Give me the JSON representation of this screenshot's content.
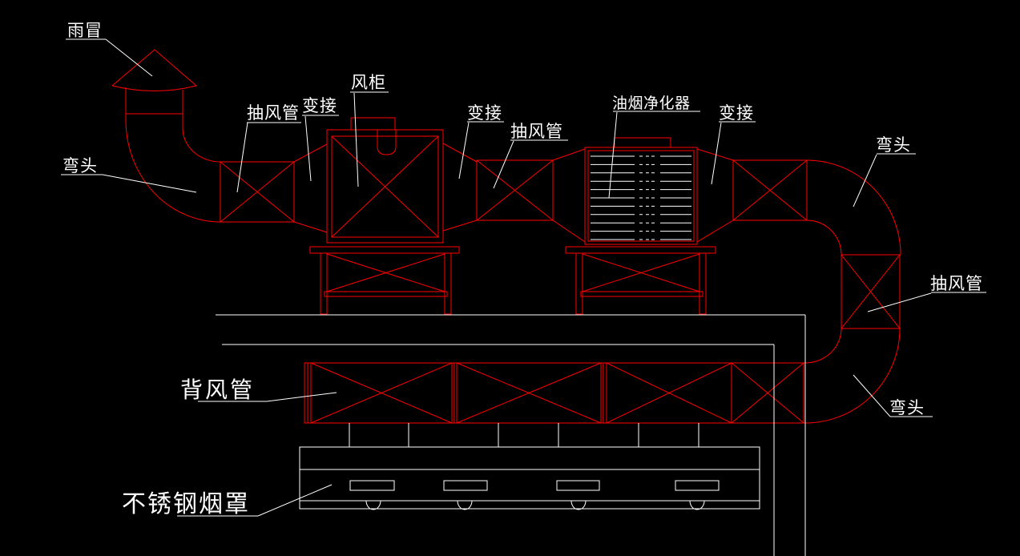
{
  "drawing": {
    "background": "#000000",
    "geometry_color": "#ff0000",
    "annotation_color": "#ffffff"
  },
  "purifier": {
    "louver_count": 11
  },
  "labels": {
    "rain_cap": "雨冒",
    "elbow_left": "弯头",
    "exhaust_duct_1": "抽风管",
    "transition_1": "变接",
    "fan_cabinet": "风柜",
    "transition_2": "变接",
    "exhaust_duct_2": "抽风管",
    "oil_purifier": "油烟净化器",
    "transition_3": "变接",
    "elbow_top_right": "弯头",
    "exhaust_duct_3": "抽风管",
    "elbow_bottom_right": "弯头",
    "back_duct": "背风管",
    "stainless_hood": "不锈钢烟罩"
  }
}
